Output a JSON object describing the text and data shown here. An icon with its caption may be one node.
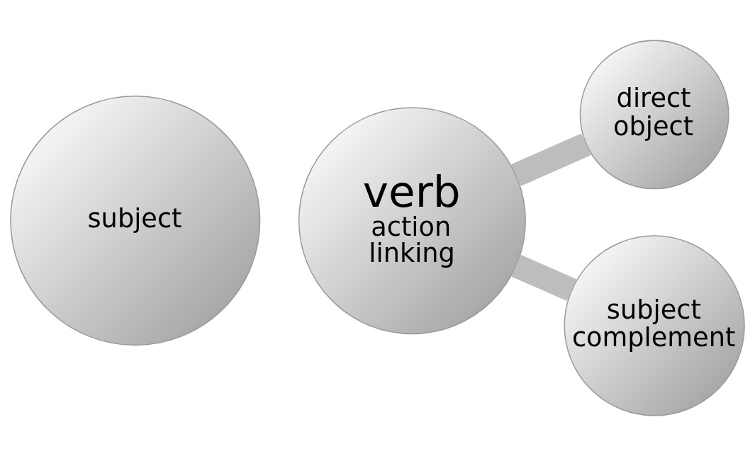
{
  "diagram": {
    "nodes": [
      {
        "text": [
          "subject"
        ]
      },
      {
        "text": [
          "verb",
          "action",
          "linking"
        ]
      },
      {
        "text": [
          "direct object"
        ]
      },
      {
        "text": [
          "subject complement"
        ]
      }
    ],
    "edges": [
      {
        "from": 1,
        "to": 2,
        "arrow": "none"
      },
      {
        "from": 1,
        "to": 3,
        "arrow": "none"
      }
    ]
  }
}
